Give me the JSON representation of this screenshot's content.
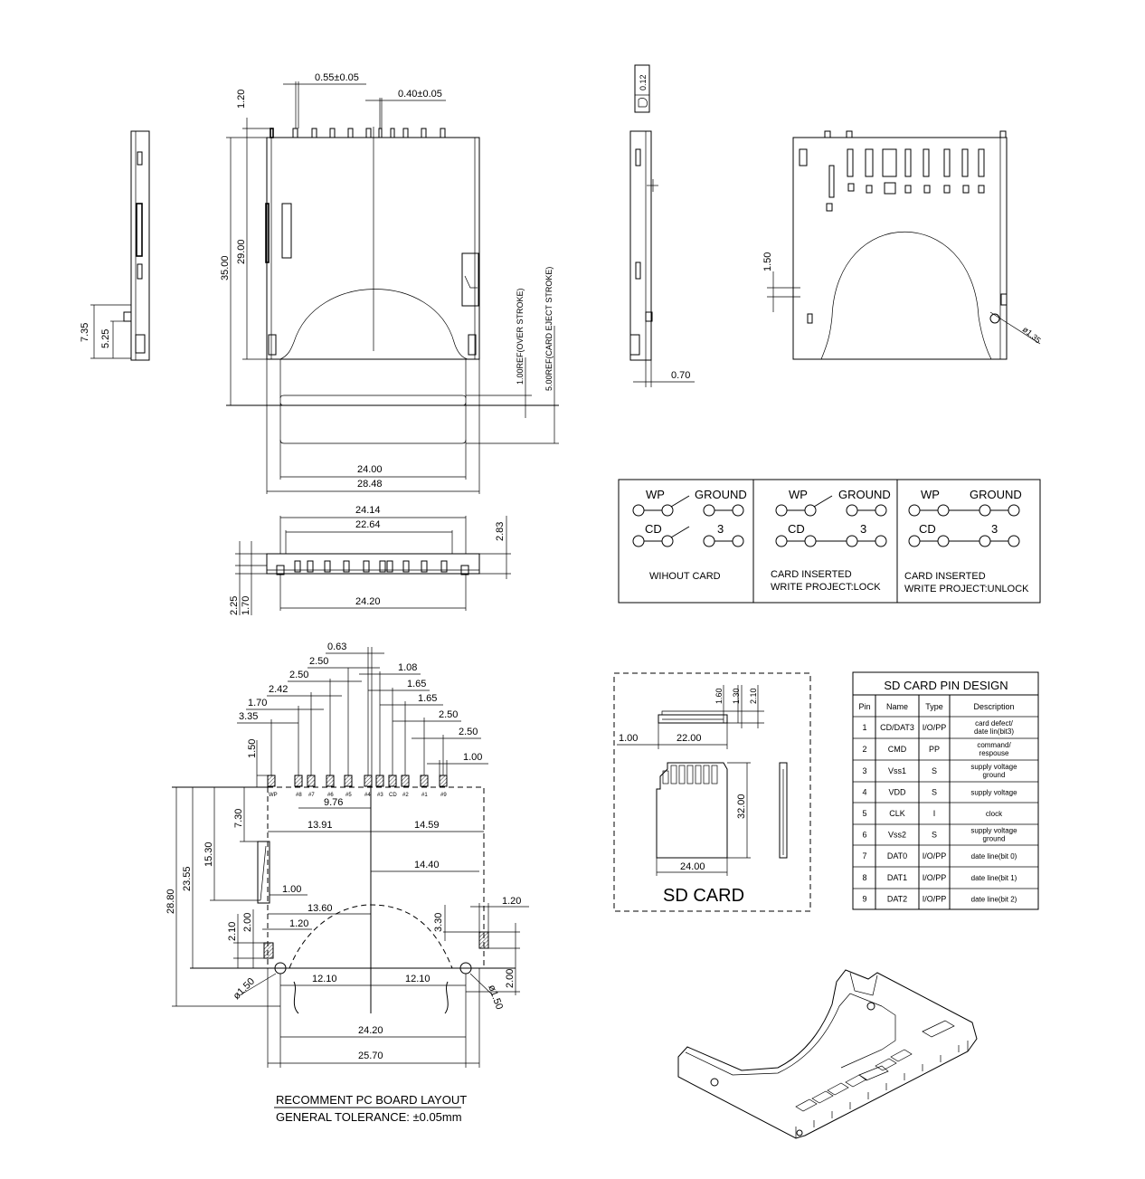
{
  "top_view": {
    "pin_width": "0.55±0.05",
    "pin_width2": "0.40±0.05",
    "pin_height": "1.20",
    "length_total": "35.00",
    "length_body": "29.00",
    "over_stroke": "1.00REF(OVER STROKE)",
    "eject_stroke": "5.00REF(CARD EJECT STROKE)",
    "card_width": "24.00",
    "body_width": "28.48"
  },
  "left_side_view": {
    "dim_a": "7.35",
    "dim_b": "5.25"
  },
  "right_side_view": {
    "flatness": "0.12",
    "thickness": "0.70"
  },
  "bottom_view": {
    "dim_a": "1.50",
    "hole": "ø1.35"
  },
  "front_view": {
    "w1": "24.14",
    "w2": "22.64",
    "h": "2.83",
    "h1": "2.25",
    "h2": "1.70",
    "w3": "24.20"
  },
  "switch_states": [
    {
      "wp": "WP",
      "ground": "GROUND",
      "cd": "CD",
      "three": "3",
      "caption": [
        "WIHOUT CARD",
        ""
      ]
    },
    {
      "wp": "WP",
      "ground": "GROUND",
      "cd": "CD",
      "three": "3",
      "caption": [
        "CARD INSERTED",
        "WRITE PROJECT:LOCK"
      ]
    },
    {
      "wp": "WP",
      "ground": "GROUND",
      "cd": "CD",
      "three": "3",
      "caption": [
        "CARD INSERTED",
        "WRITE PROJECT:UNLOCK"
      ]
    }
  ],
  "pcb_layout": {
    "pitch_dims": [
      "0.63",
      "2.50",
      "2.50",
      "2.42",
      "1.70",
      "3.35",
      "1.08",
      "1.65",
      "1.65",
      "2.50",
      "2.50",
      "1.00"
    ],
    "pad_labels": [
      "WP",
      "#8",
      "#7",
      "#6",
      "#5",
      "#4",
      "#3",
      "CD",
      "#2",
      "#1",
      "#9"
    ],
    "pad_height": "1.50",
    "d_9_76": "9.76",
    "d_13_91": "13.91",
    "d_14_59": "14.59",
    "d_14_40": "14.40",
    "d_28_80": "28.80",
    "d_23_55": "23.55",
    "d_15_30": "15.30",
    "d_7_30": "7.30",
    "d_1_00": "1.00",
    "d_13_60": "13.60",
    "d_1_20a": "1.20",
    "d_2_00a": "2.00",
    "d_2_10": "2.10",
    "d_3_30": "3.30",
    "d_1_20b": "1.20",
    "d_2_00b": "2.00",
    "d_12_10a": "12.10",
    "d_12_10b": "12.10",
    "hole_a": "ø1.50",
    "hole_b": "ø1.50",
    "d_24_20": "24.20",
    "d_25_70": "25.70",
    "title": "RECOMMENT PC BOARD LAYOUT",
    "tolerance": "GENERAL TOLERANCE: ±0.05mm"
  },
  "sd_card": {
    "d_1_60": "1.60",
    "d_1_30": "1.30",
    "d_2_10": "2.10",
    "d_1_00": "1.00",
    "d_22_00": "22.00",
    "d_32_00": "32.00",
    "d_24_00": "24.00",
    "label": "SD CARD"
  },
  "pin_table": {
    "title": "SD CARD PIN DESIGN",
    "headers": [
      "Pin",
      "Name",
      "Type",
      "Description"
    ],
    "rows": [
      {
        "pin": "1",
        "name": "CD/DAT3",
        "type": "I/O/PP",
        "desc": [
          "card defect/",
          "date lin(bit3)"
        ]
      },
      {
        "pin": "2",
        "name": "CMD",
        "type": "PP",
        "desc": [
          "command/",
          "respouse"
        ]
      },
      {
        "pin": "3",
        "name": "Vss1",
        "type": "S",
        "desc": [
          "supply voltage",
          "ground"
        ]
      },
      {
        "pin": "4",
        "name": "VDD",
        "type": "S",
        "desc": [
          "supply voltage",
          ""
        ]
      },
      {
        "pin": "5",
        "name": "CLK",
        "type": "I",
        "desc": [
          "clock",
          ""
        ]
      },
      {
        "pin": "6",
        "name": "Vss2",
        "type": "S",
        "desc": [
          "supply voltage",
          "ground"
        ]
      },
      {
        "pin": "7",
        "name": "DAT0",
        "type": "I/O/PP",
        "desc": [
          "date line(bit 0)",
          ""
        ]
      },
      {
        "pin": "8",
        "name": "DAT1",
        "type": "I/O/PP",
        "desc": [
          "date line(bit 1)",
          ""
        ]
      },
      {
        "pin": "9",
        "name": "DAT2",
        "type": "I/O/PP",
        "desc": [
          "date line(bit 2)",
          ""
        ]
      }
    ]
  }
}
